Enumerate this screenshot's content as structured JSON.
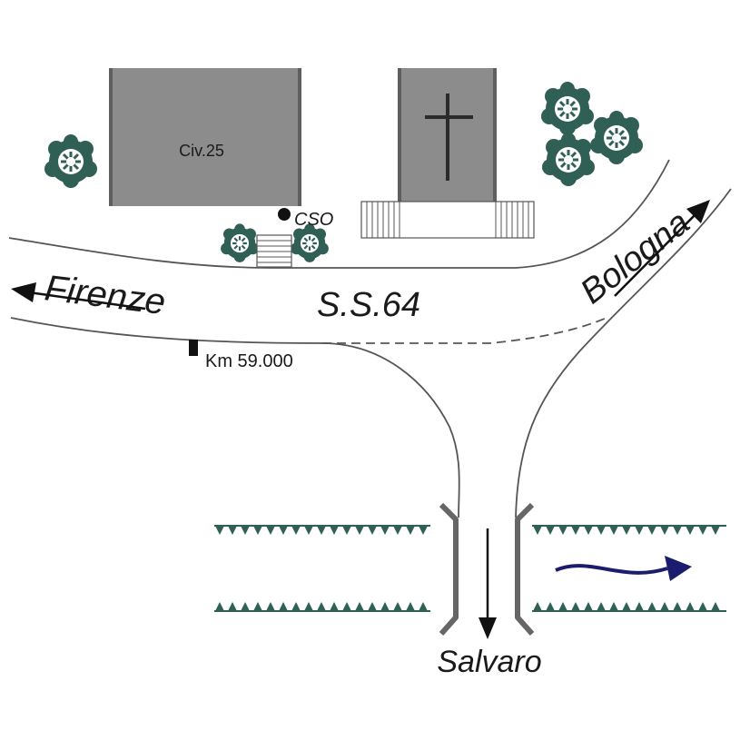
{
  "road_name": "S.S.64",
  "destinations": {
    "west": "Firenze",
    "northeast": "Bologna",
    "south": "Salvaro"
  },
  "building_label": "Civ.25",
  "point_label": "CSO",
  "km_marker": "Km 59.000",
  "colors": {
    "building_fill": "#8c8c8c",
    "building_edge": "#5f5f5f",
    "bush_fill": "#2f5f55",
    "river_bank": "#2f5f55",
    "river_flow": "#1c1c6e",
    "road_line": "#555555",
    "bridge_rail": "#666666",
    "text": "#1a1a1a"
  },
  "icons": {
    "cross": "cross-icon",
    "bush": "bush-icon",
    "flow_arrow": "water-flow-arrow-icon"
  }
}
